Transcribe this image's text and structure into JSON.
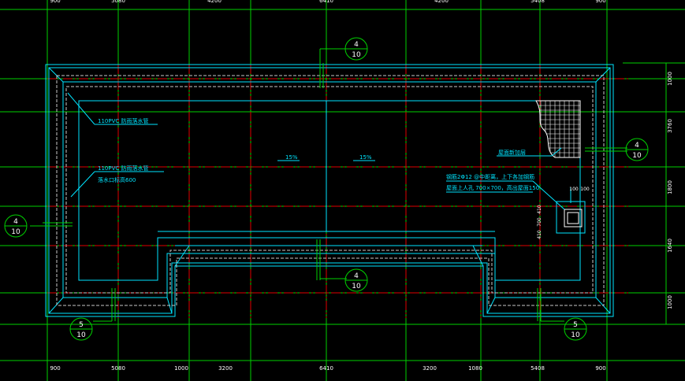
{
  "colors": {
    "background": "#000000",
    "grid": "#00d000",
    "axis": "#e00000",
    "outline": "#00e5ff",
    "hidden": "#c8c8c8",
    "dim_text": "#ffffff",
    "note_text": "#00e5ff"
  },
  "dimensions": {
    "bottom": [
      "900",
      "5080",
      "1000",
      "3200",
      "6410",
      "3200",
      "1080",
      "5408",
      "900"
    ],
    "right": [
      "1000",
      "3760",
      "1800",
      "1640",
      "1000"
    ],
    "top_cut": [
      "900",
      "5080",
      "4200",
      "6410",
      "4200",
      "5408",
      "900"
    ],
    "inner": [
      "100",
      "100",
      "410",
      "700",
      "410"
    ]
  },
  "notes": {
    "pipe_1": "110PVC 防雨落水管",
    "pipe_2": "110PVC 防雨落水管",
    "pipe_2_sub": "落水口标高600",
    "slope_left": "15%",
    "slope_right": "15%",
    "hatch_label": "屋面新加层",
    "hatch_note_1": "钢筋2Φ12 @中距离，上下各加钢筋",
    "hatch_note_2": "屋面上人孔 700×700，高出屋面150"
  },
  "section_marks": [
    {
      "id": "top",
      "top": "4",
      "bottom": "10"
    },
    {
      "id": "left",
      "top": "4",
      "bottom": "10"
    },
    {
      "id": "right",
      "top": "4",
      "bottom": "10"
    },
    {
      "id": "center",
      "top": "4",
      "bottom": "10"
    },
    {
      "id": "bottom-left",
      "top": "5",
      "bottom": "10"
    },
    {
      "id": "bottom-right",
      "top": "5",
      "bottom": "10"
    }
  ]
}
